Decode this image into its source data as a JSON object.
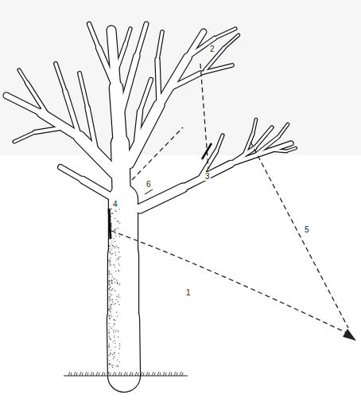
{
  "diagram": {
    "labels": [
      "2",
      "6",
      "3",
      "4",
      "1",
      "5"
    ]
  }
}
